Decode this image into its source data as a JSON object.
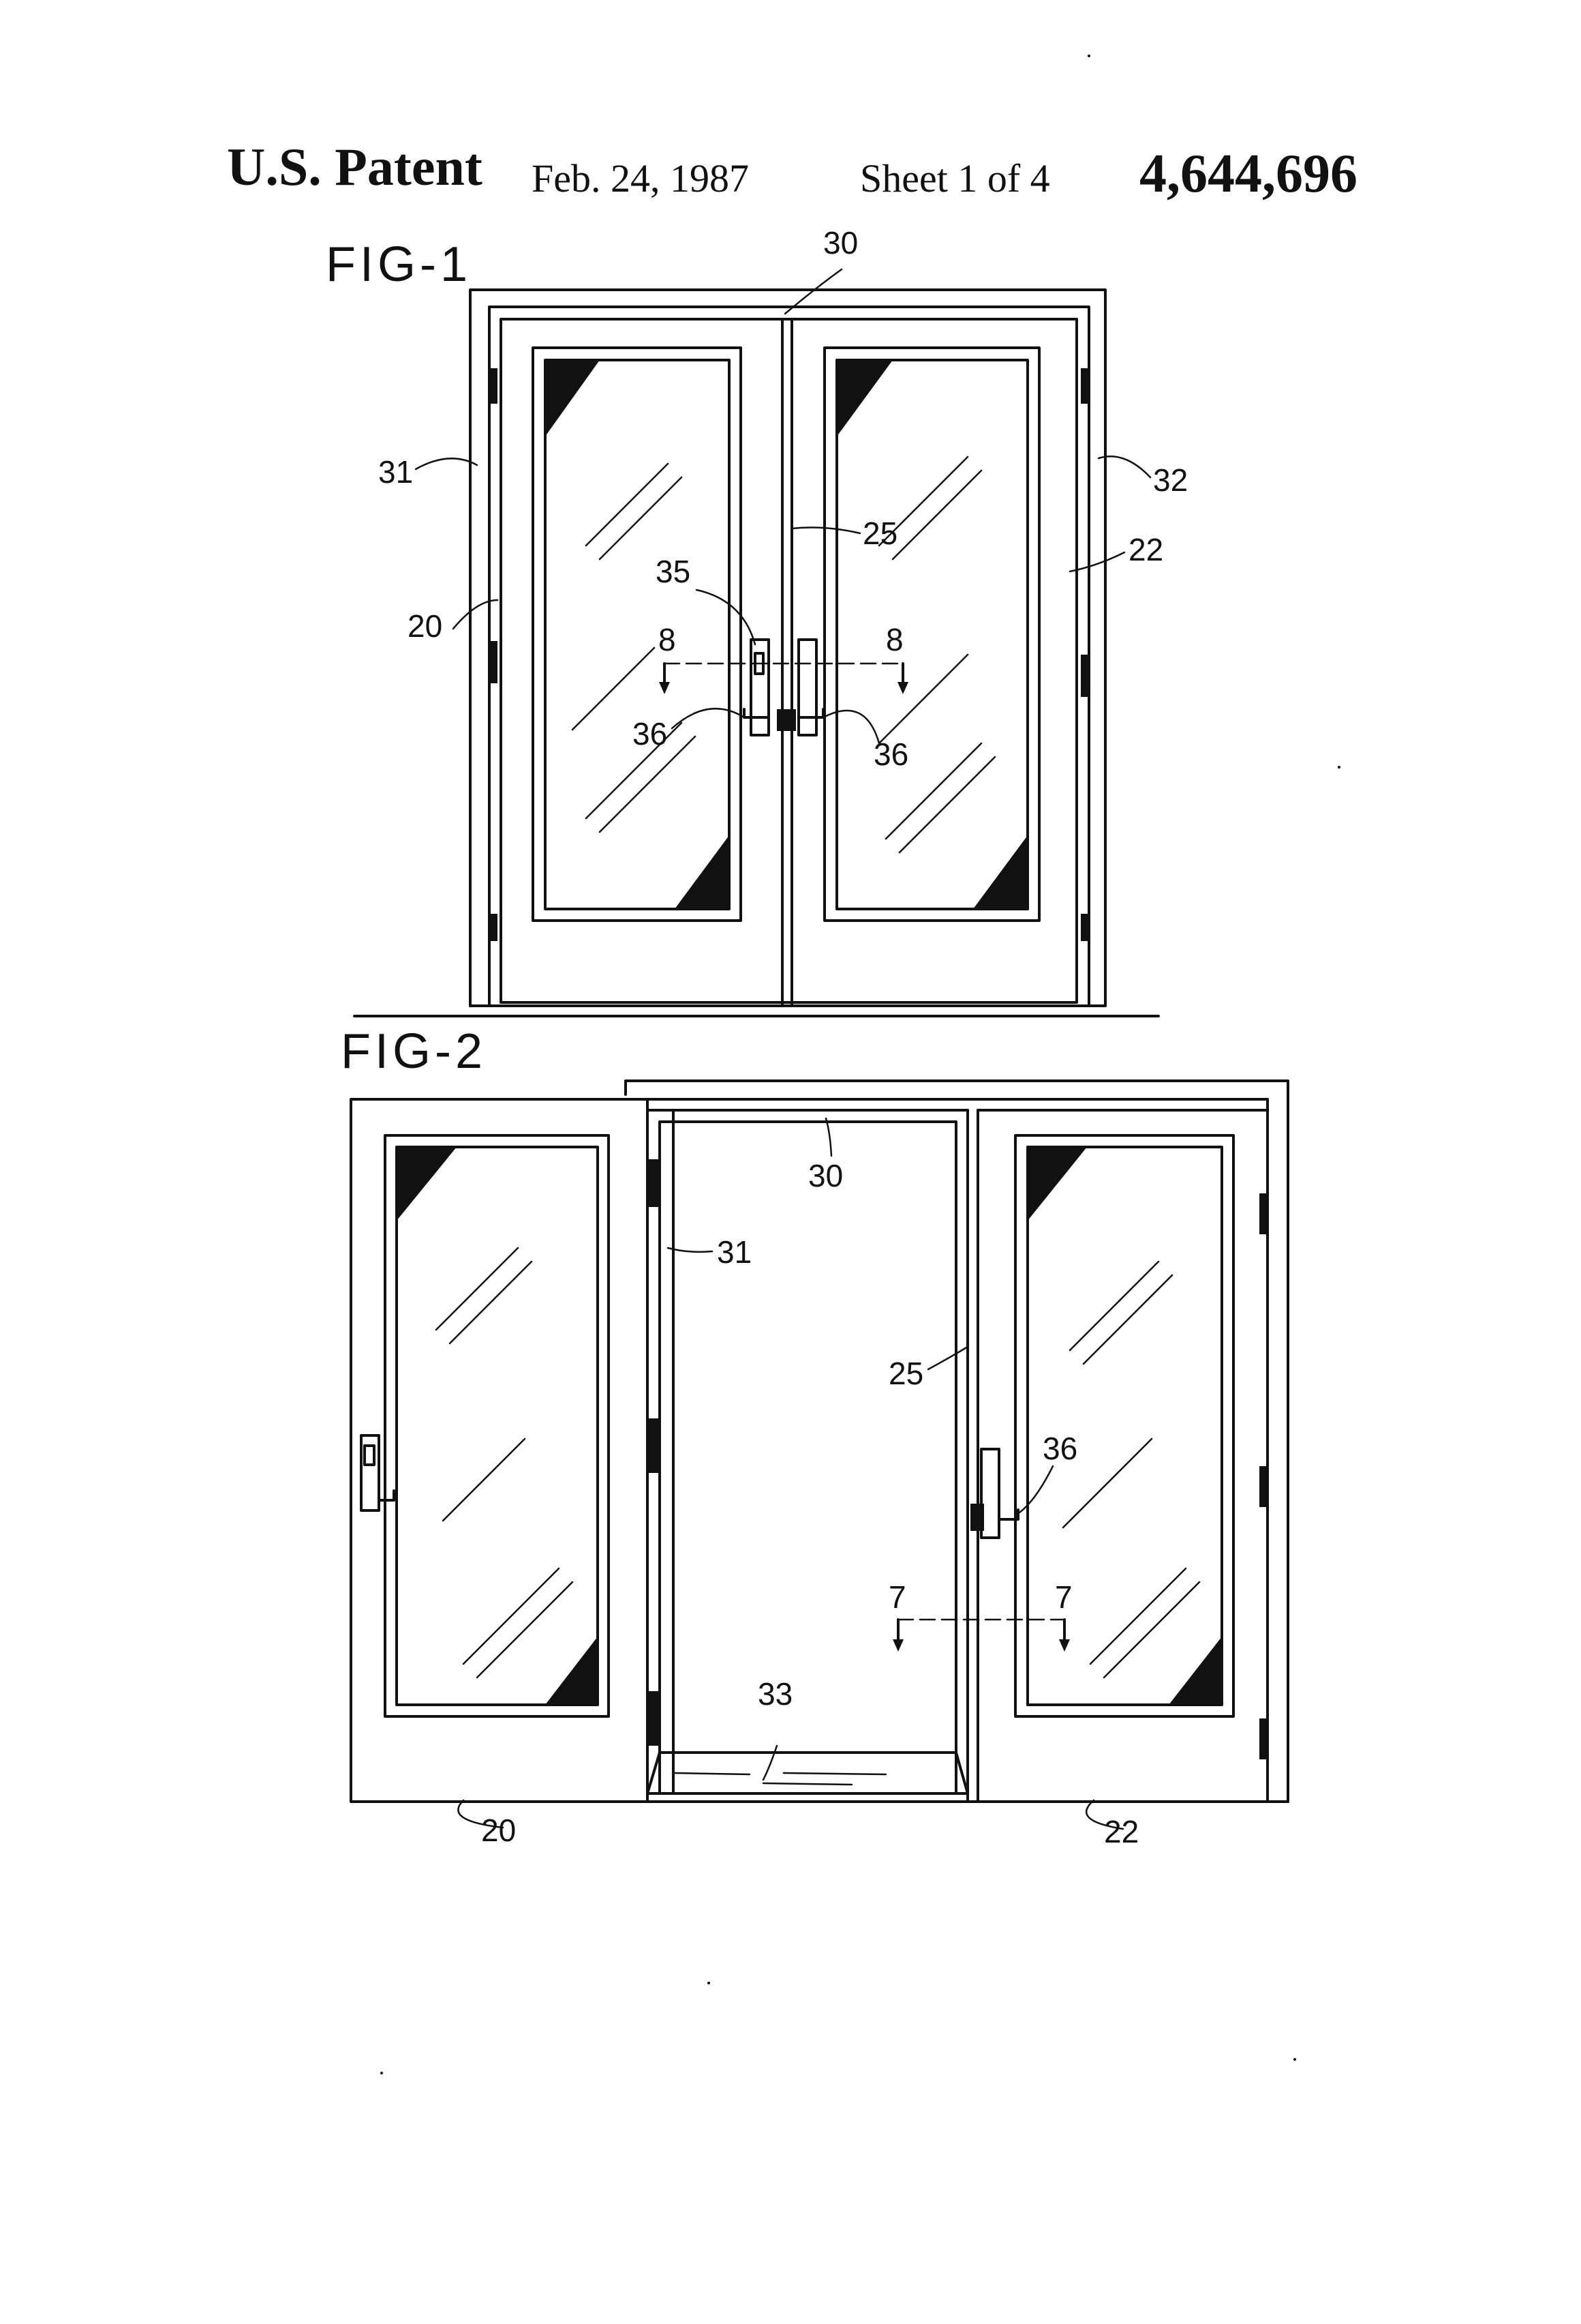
{
  "header": {
    "label": "U.S. Patent",
    "date": "Feb. 24, 1987",
    "sheet": "Sheet 1 of 4",
    "patent_number": "4,644,696"
  },
  "fig1": {
    "title": "FIG-1",
    "refs": {
      "r30": "30",
      "r31": "31",
      "r32": "32",
      "r25": "25",
      "r22": "22",
      "r35": "35",
      "r20": "20",
      "r8a": "8",
      "r8b": "8",
      "r36a": "36",
      "r36b": "36"
    }
  },
  "fig2": {
    "title": "FIG-2",
    "refs": {
      "r30": "30",
      "r31": "31",
      "r25": "25",
      "r36": "36",
      "r7a": "7",
      "r7b": "7",
      "r33": "33",
      "r20": "20",
      "r22": "22"
    }
  }
}
